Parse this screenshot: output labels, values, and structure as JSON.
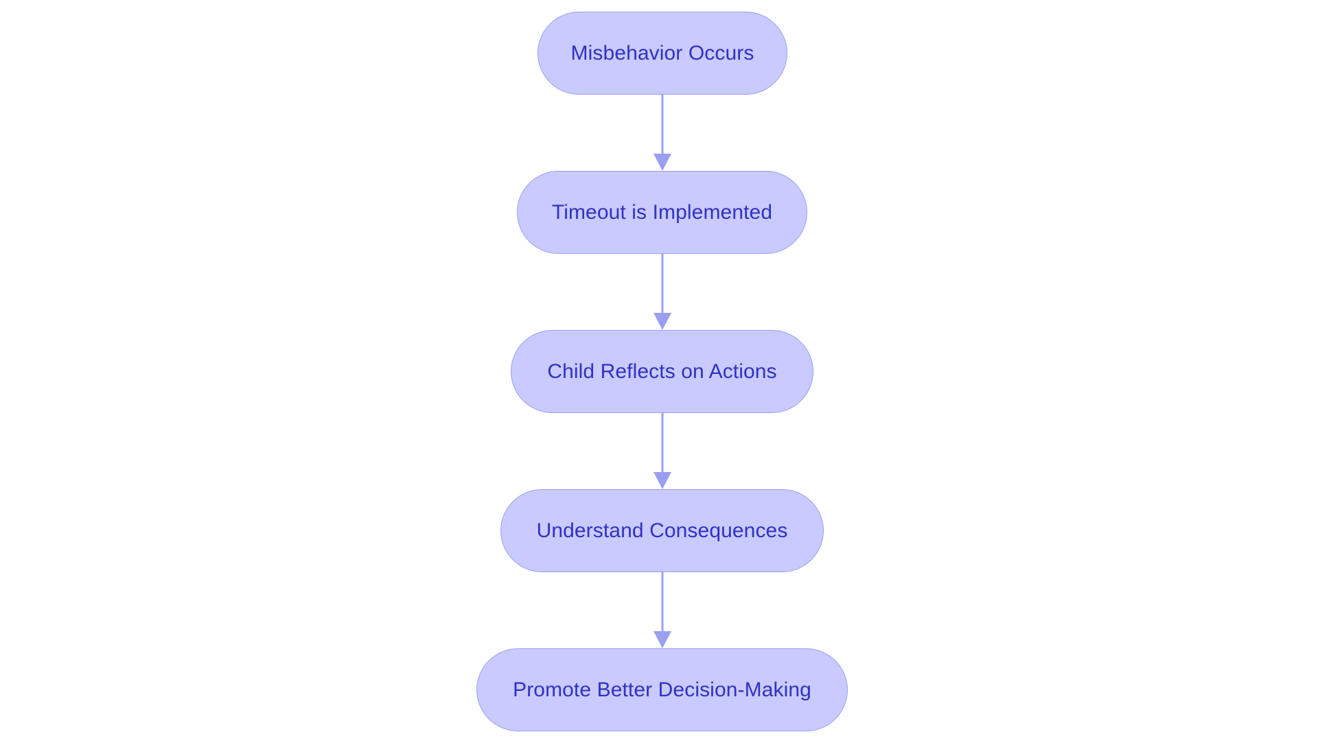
{
  "diagram": {
    "type": "flowchart",
    "direction": "top-to-bottom",
    "colors": {
      "node_fill": "#c9caff",
      "node_border": "#9b9ff0",
      "text": "#2f32c0",
      "edge": "#9b9ff0"
    },
    "nodes": [
      {
        "label": "Misbehavior Occurs"
      },
      {
        "label": "Timeout is Implemented"
      },
      {
        "label": "Child Reflects on Actions"
      },
      {
        "label": "Understand Consequences"
      },
      {
        "label": "Promote Better Decision-Making"
      }
    ],
    "edges": [
      {
        "from": 0,
        "to": 1
      },
      {
        "from": 1,
        "to": 2
      },
      {
        "from": 2,
        "to": 3
      },
      {
        "from": 3,
        "to": 4
      }
    ]
  }
}
